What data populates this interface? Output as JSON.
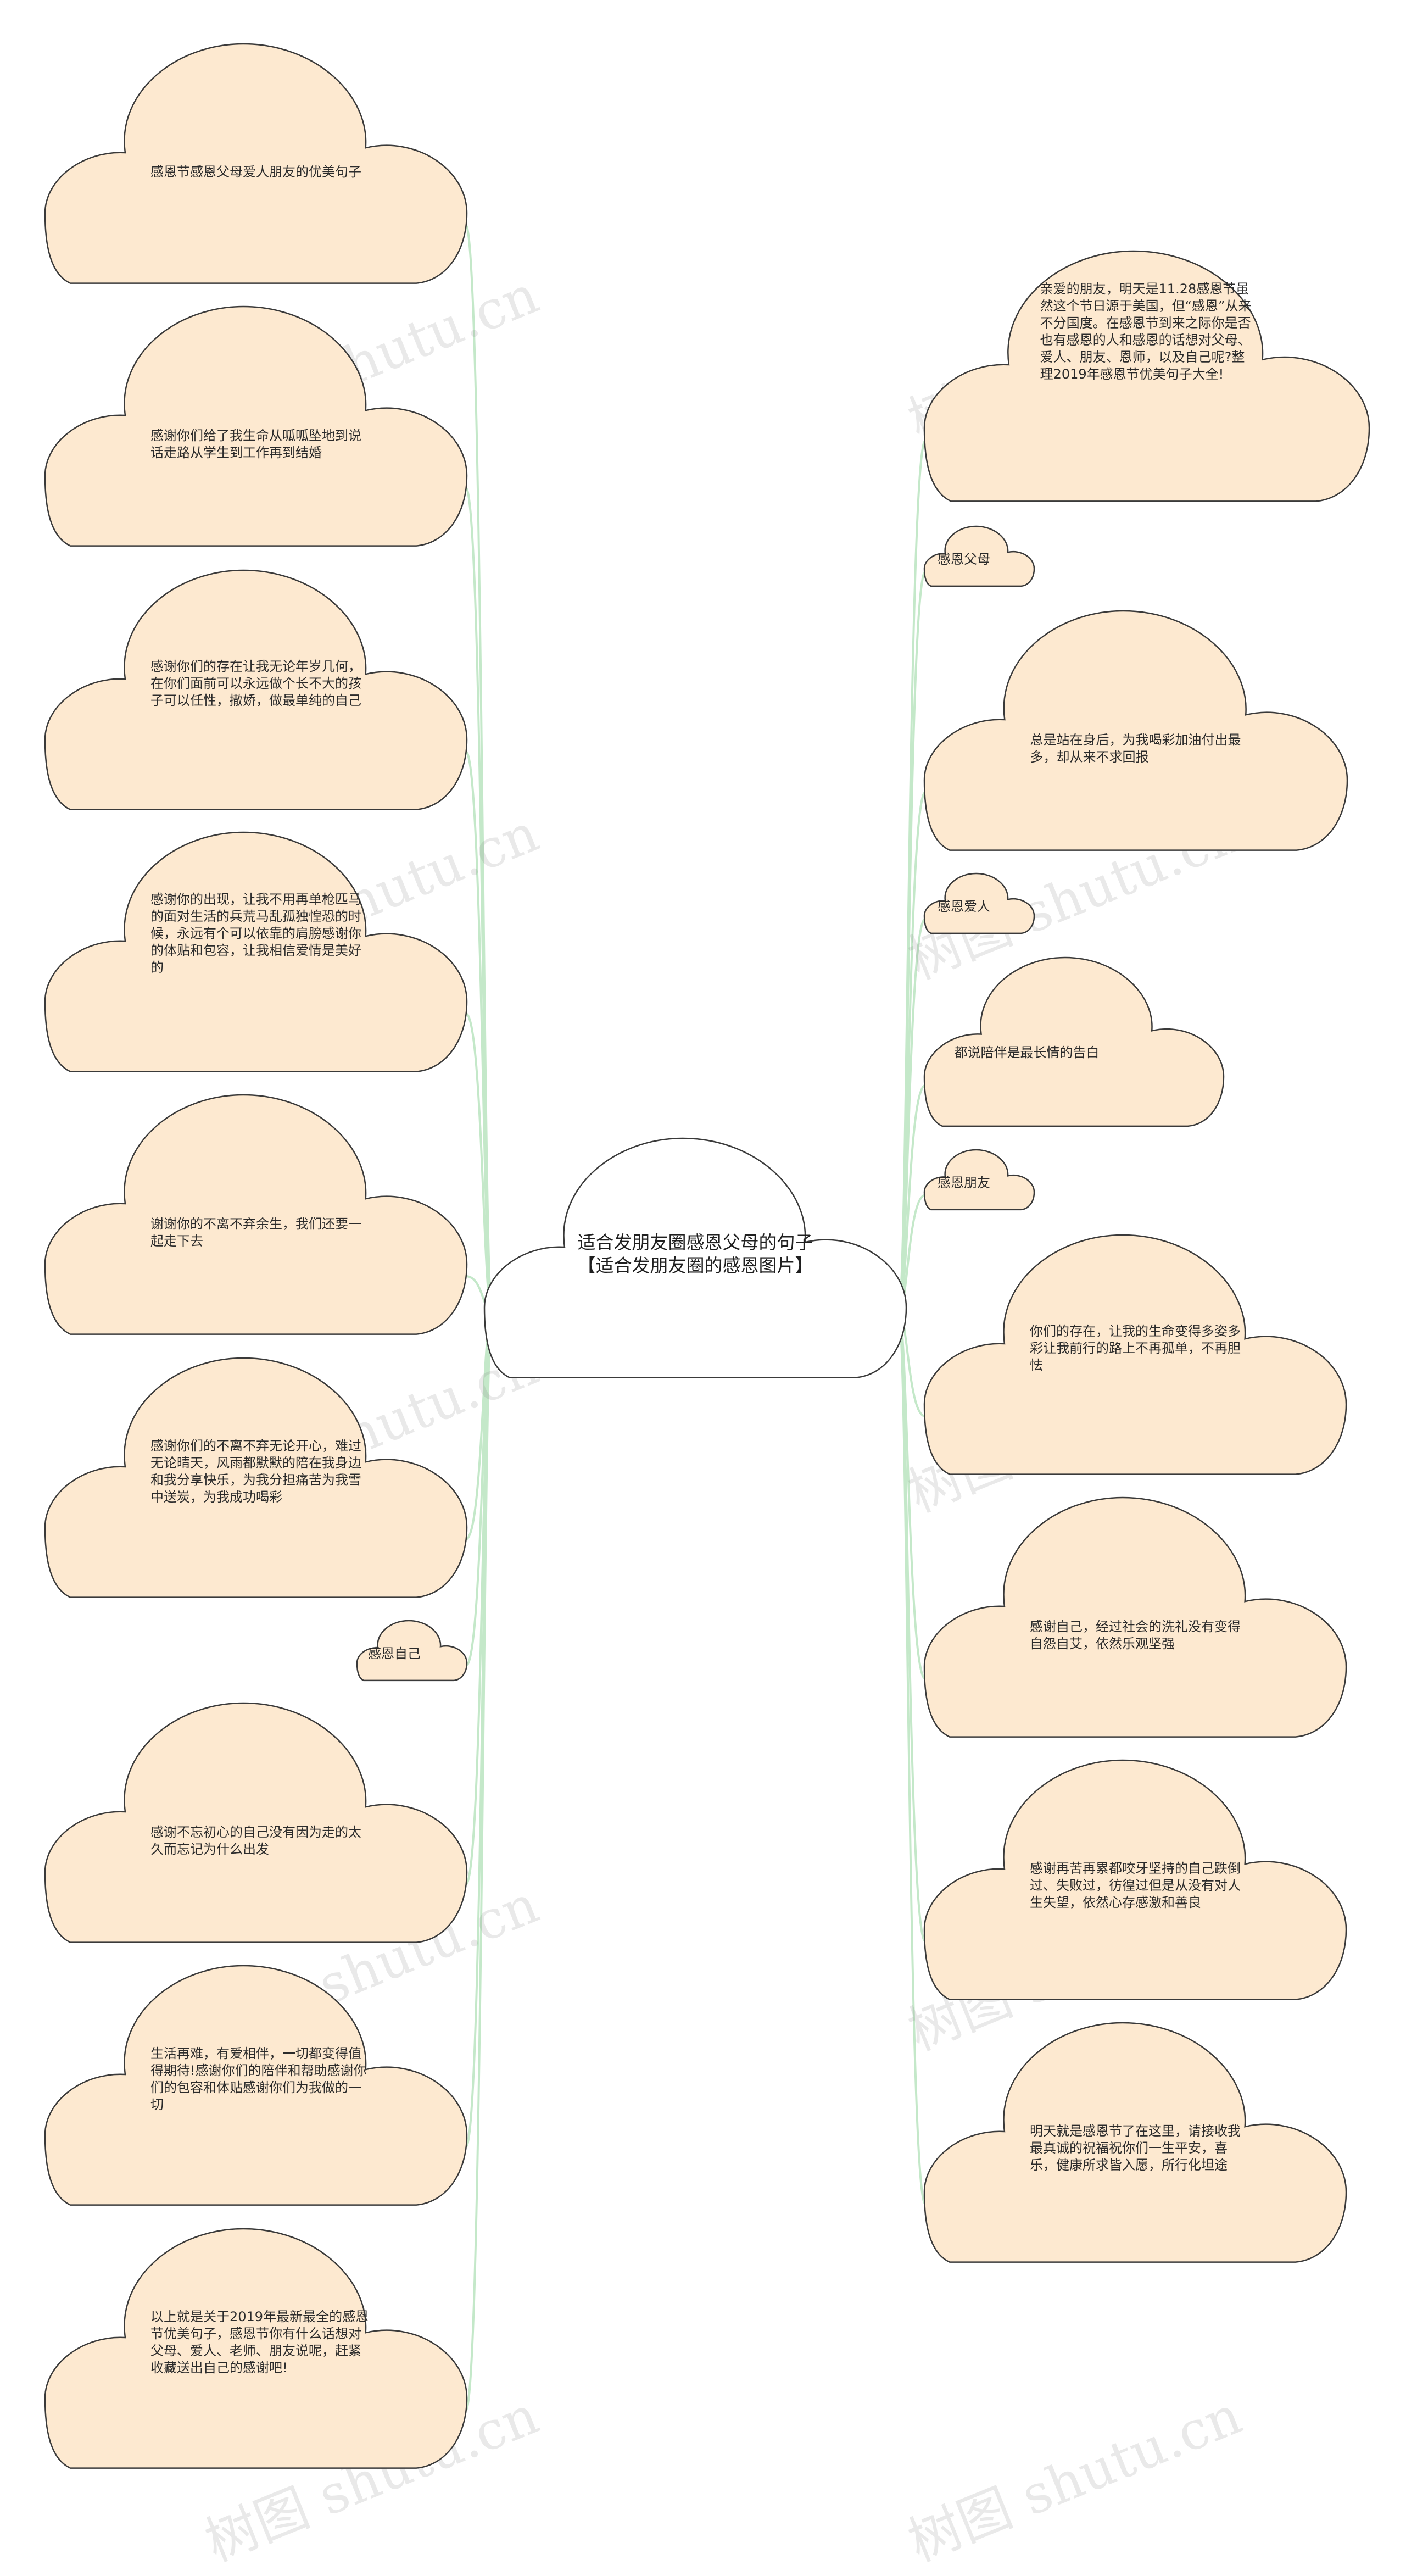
{
  "root": "适合发朋友圈感恩父母的句子【适合发朋友圈的感恩图片】",
  "watermark": "树图 shutu.cn",
  "left_nodes": [
    "感恩节感恩父母爱人朋友的优美句子",
    "感谢你们给了我生命从呱呱坠地到说话走路从学生到工作再到结婚",
    "感谢你们的存在让我无论年岁几何，在你们面前可以永远做个长不大的孩子可以任性，撒娇，做最单纯的自己",
    "感谢你的出现，让我不用再单枪匹马的面对生活的兵荒马乱孤独惶恐的时候，永远有个可以依靠的肩膀感谢你的体贴和包容，让我相信爱情是美好的",
    "谢谢你的不离不弃余生，我们还要一起走下去",
    "感谢你们的不离不弃无论开心，难过无论晴天，风雨都默默的陪在我身边和我分享快乐，为我分担痛苦为我雪中送炭，为我成功喝彩",
    "感恩自己",
    "感谢不忘初心的自己没有因为走的太久而忘记为什么出发",
    "生活再难，有爱相伴，一切都变得值得期待!感谢你们的陪伴和帮助感谢你们的包容和体贴感谢你们为我做的一切",
    "以上就是关于2019年最新最全的感恩节优美句子，感恩节你有什么话想对父母、爱人、老师、朋友说呢，赶紧收藏送出自己的感谢吧!"
  ],
  "right_nodes": [
    "亲爱的朋友，明天是11.28感恩节虽然这个节日源于美国，但“感恩”从来不分国度。在感恩节到来之际你是否也有感恩的人和感恩的话想对父母、爱人、朋友、恩师，以及自己呢?整理2019年感恩节优美句子大全!",
    "感恩父母",
    "总是站在身后，为我喝彩加油付出最多，却从来不求回报",
    "感恩爱人",
    "都说陪伴是最长情的告白",
    "感恩朋友",
    "你们的存在，让我的生命变得多姿多彩让我前行的路上不再孤单，不再胆怯",
    "感谢自己，经过社会的洗礼没有变得自怨自艾，依然乐观坚强",
    "感谢再苦再累都咬牙坚持的自己跌倒过、失败过，彷徨过但是从没有对人生失望，依然心存感激和善良",
    "明天就是感恩节了在这里，请接收我最真诚的祝福祝你们一生平安，喜乐，健康所求皆入愿，所行化坦途"
  ]
}
